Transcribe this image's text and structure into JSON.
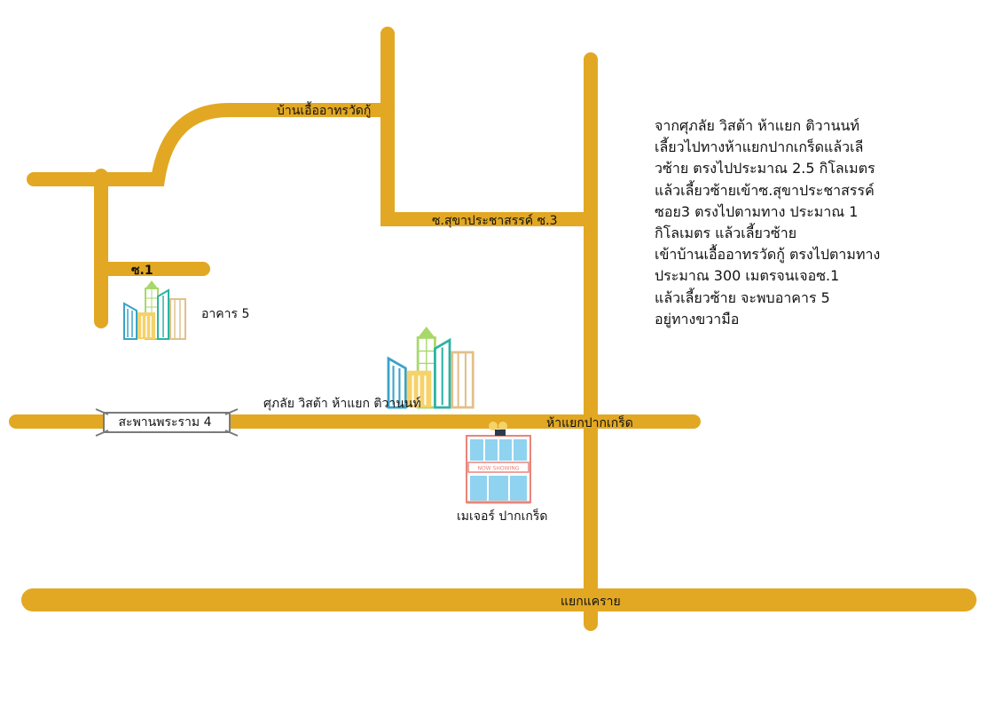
{
  "colors": {
    "road": "#E2A823",
    "building_blue": "#3AA3C8",
    "building_green": "#A8D86A",
    "building_teal": "#2BB3A3",
    "building_tan": "#E2C08A",
    "building_yellow": "#F5D26A",
    "cinema_red": "#E8857A",
    "cinema_glass": "#8FD3F0"
  },
  "labels": {
    "ban_ua": "บ้านเอื้ออาทรวัดกู้",
    "soi_sukha": "ซ.สุขาประชาสรรค์ ซ.3",
    "soi_1": "ซ.1",
    "building5": "อาคาร 5",
    "sirasak": "ศุภลัย วิสต้า ห้าแยก ติวานนท์",
    "bridge": "สะพานพระราม 4",
    "pakkret": "ห้าแยกปากเกร็ด",
    "major": "เมเจอร์ ปากเกร็ด",
    "khae_rai": "แยกแคราย",
    "cinema_sign": "NOW SHOWING"
  },
  "icons": {
    "building_small": "city-buildings-icon",
    "building_large": "city-buildings-icon",
    "cinema": "cinema-icon"
  },
  "directions": "จากศุภลัย วิสต้า ห้าแยก ติวานนท์\nเลี้ยวไปทางห้าแยกปากเกร็ดแล้วเลี\nวซ้าย ตรงไปประมาณ 2.5 กิโลเมตร\nแล้วเลี้ยวซ้ายเข้าซ.สุขาประชาสรรค์\nซอย3 ตรงไปตามทาง ประมาณ 1\nกิโลเมตร แล้วเลี้ยวซ้าย\nเข้าบ้านเอื้ออาทรวัดกู้ ตรงไปตามทาง\nประมาณ 300 เมตรจนเจอซ.1\nแล้วเลี้ยวซ้าย จะพบอาคาร 5\nอยู่ทางขวามือ"
}
